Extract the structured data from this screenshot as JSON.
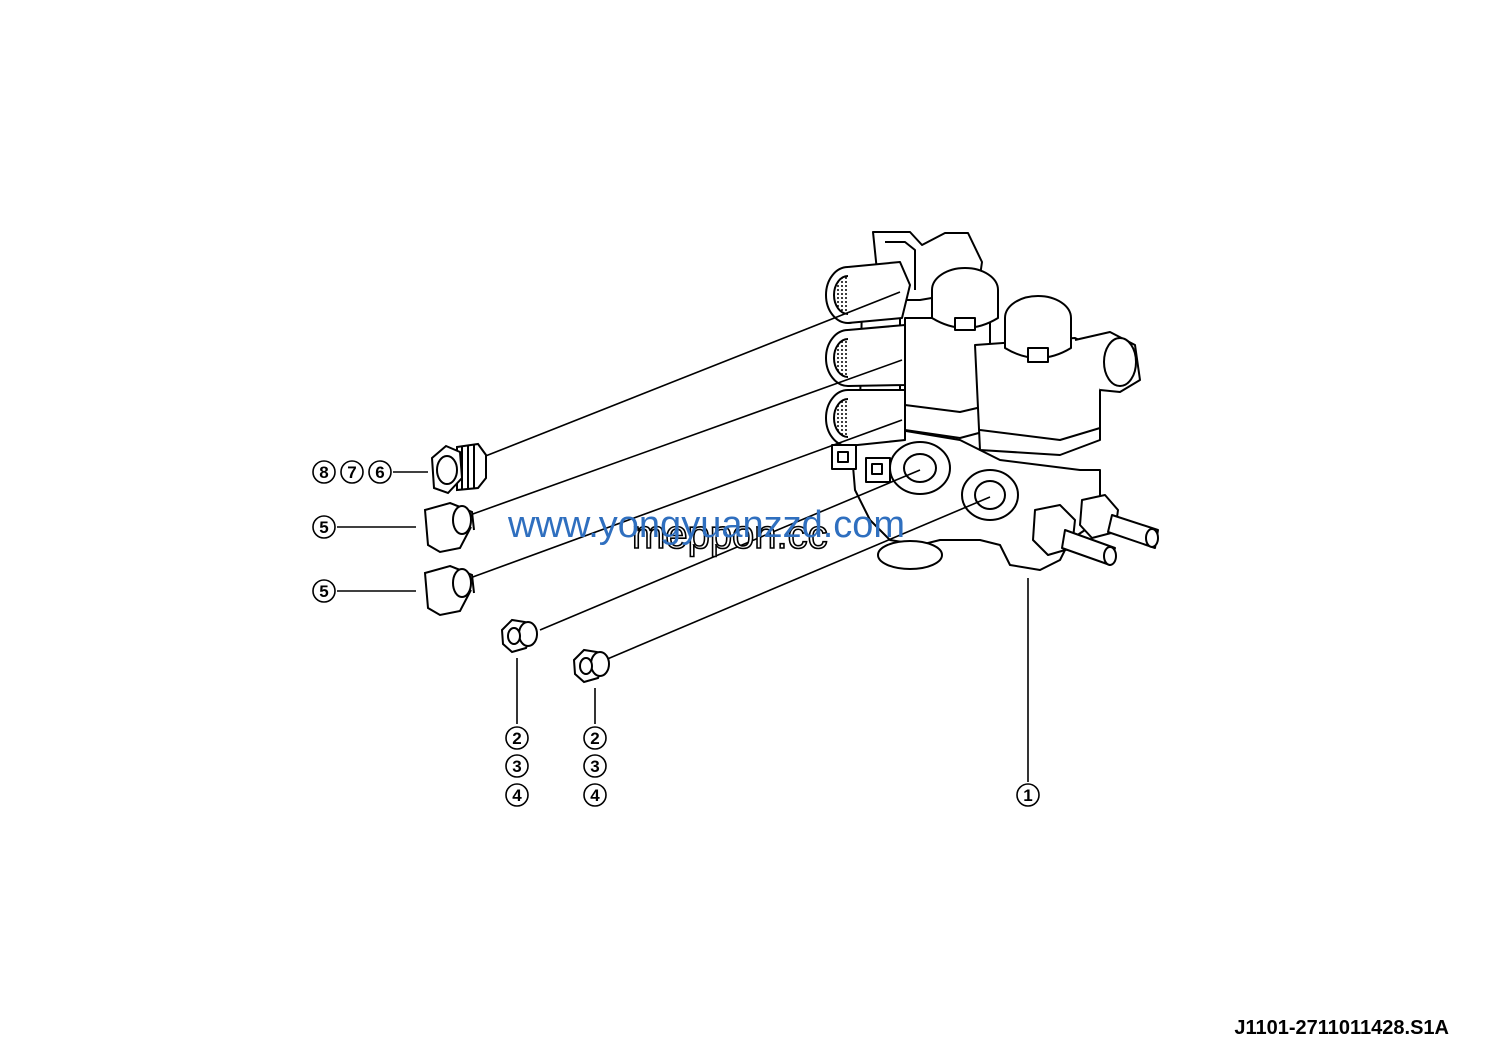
{
  "drawing_code": "J1101-2711011428.S1A",
  "watermarks": {
    "primary": "www.yongyuanzzd.com",
    "primary_color": "#2f6fbf",
    "secondary": "meppon.cc"
  },
  "callouts": {
    "c876": [
      "8",
      "7",
      "6"
    ],
    "c5a": "5",
    "c5b": "5",
    "c234a": [
      "2",
      "3",
      "4"
    ],
    "c234b": [
      "2",
      "3",
      "4"
    ],
    "c1": "1"
  },
  "parts": {
    "plug_large": "large-hex-plug-icon",
    "plug_cap": "cap-plug-icon",
    "plug_small": "small-hex-plug-icon",
    "valve": "solenoid-valve-block-icon"
  }
}
